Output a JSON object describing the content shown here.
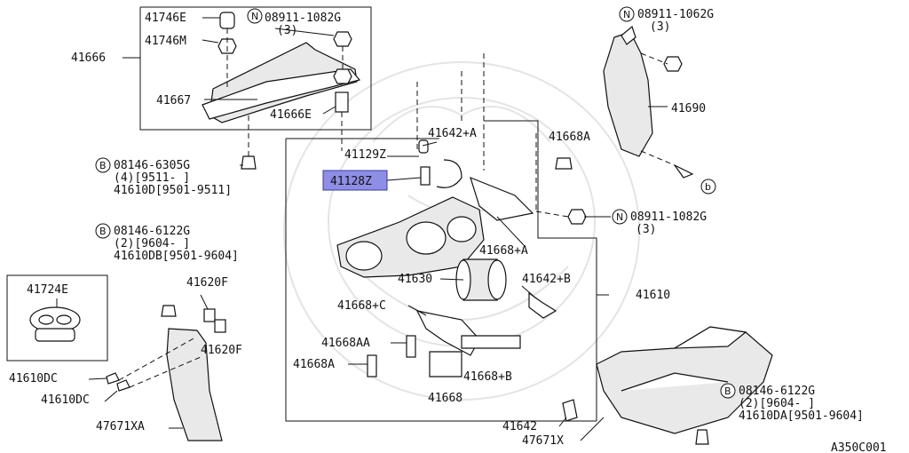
{
  "diagram_code": "A350C001",
  "ref_b": "b",
  "callouts": {
    "41746E": "41746E",
    "41746M": "41746M",
    "41666": "41666",
    "41667": "41667",
    "41666E": "41666E",
    "n_top_left": "N",
    "n_top_left_part": "08911-1082G",
    "n_top_left_qty": "(3)",
    "n_top_right": "N",
    "n_top_right_part": "08911-1062G",
    "n_top_right_qty": "(3)",
    "41690": "41690",
    "41668A_top": "41668A",
    "n_mid_right": "N",
    "n_mid_right_part": "08911-1082G",
    "n_mid_right_qty": "(3)",
    "b_6305": "B",
    "b_6305_part": "08146-6305G",
    "b_6305_qty": "(4)[9511-     ]",
    "41610D": "41610D[9501-9511]",
    "b_6122_left": "B",
    "b_6122_left_part": "08146-6122G",
    "b_6122_left_qty": "(2)[9604-     ]",
    "41610DB": "41610DB[9501-9604]",
    "41724E": "41724E",
    "41620F_a": "41620F",
    "41620F_b": "41620F",
    "41610DC_a": "41610DC",
    "41610DC_b": "41610DC",
    "47671XA": "47671XA",
    "41129Z": "41129Z",
    "41128Z": "41128Z",
    "41642A": "41642+A",
    "41668pA": "41668+A",
    "41630": "41630",
    "41642B": "41642+B",
    "41610": "41610",
    "41668C": "41668+C",
    "41668AA": "41668AA",
    "41668A_low": "41668A",
    "41668B": "41668+B",
    "41668": "41668",
    "41642": "41642",
    "47671X": "47671X",
    "b_6122_right": "B",
    "b_6122_right_part": "08146-6122G",
    "b_6122_right_qty": "(2)[9604-     ]",
    "41610DA": "41610DA[9501-9604]"
  }
}
